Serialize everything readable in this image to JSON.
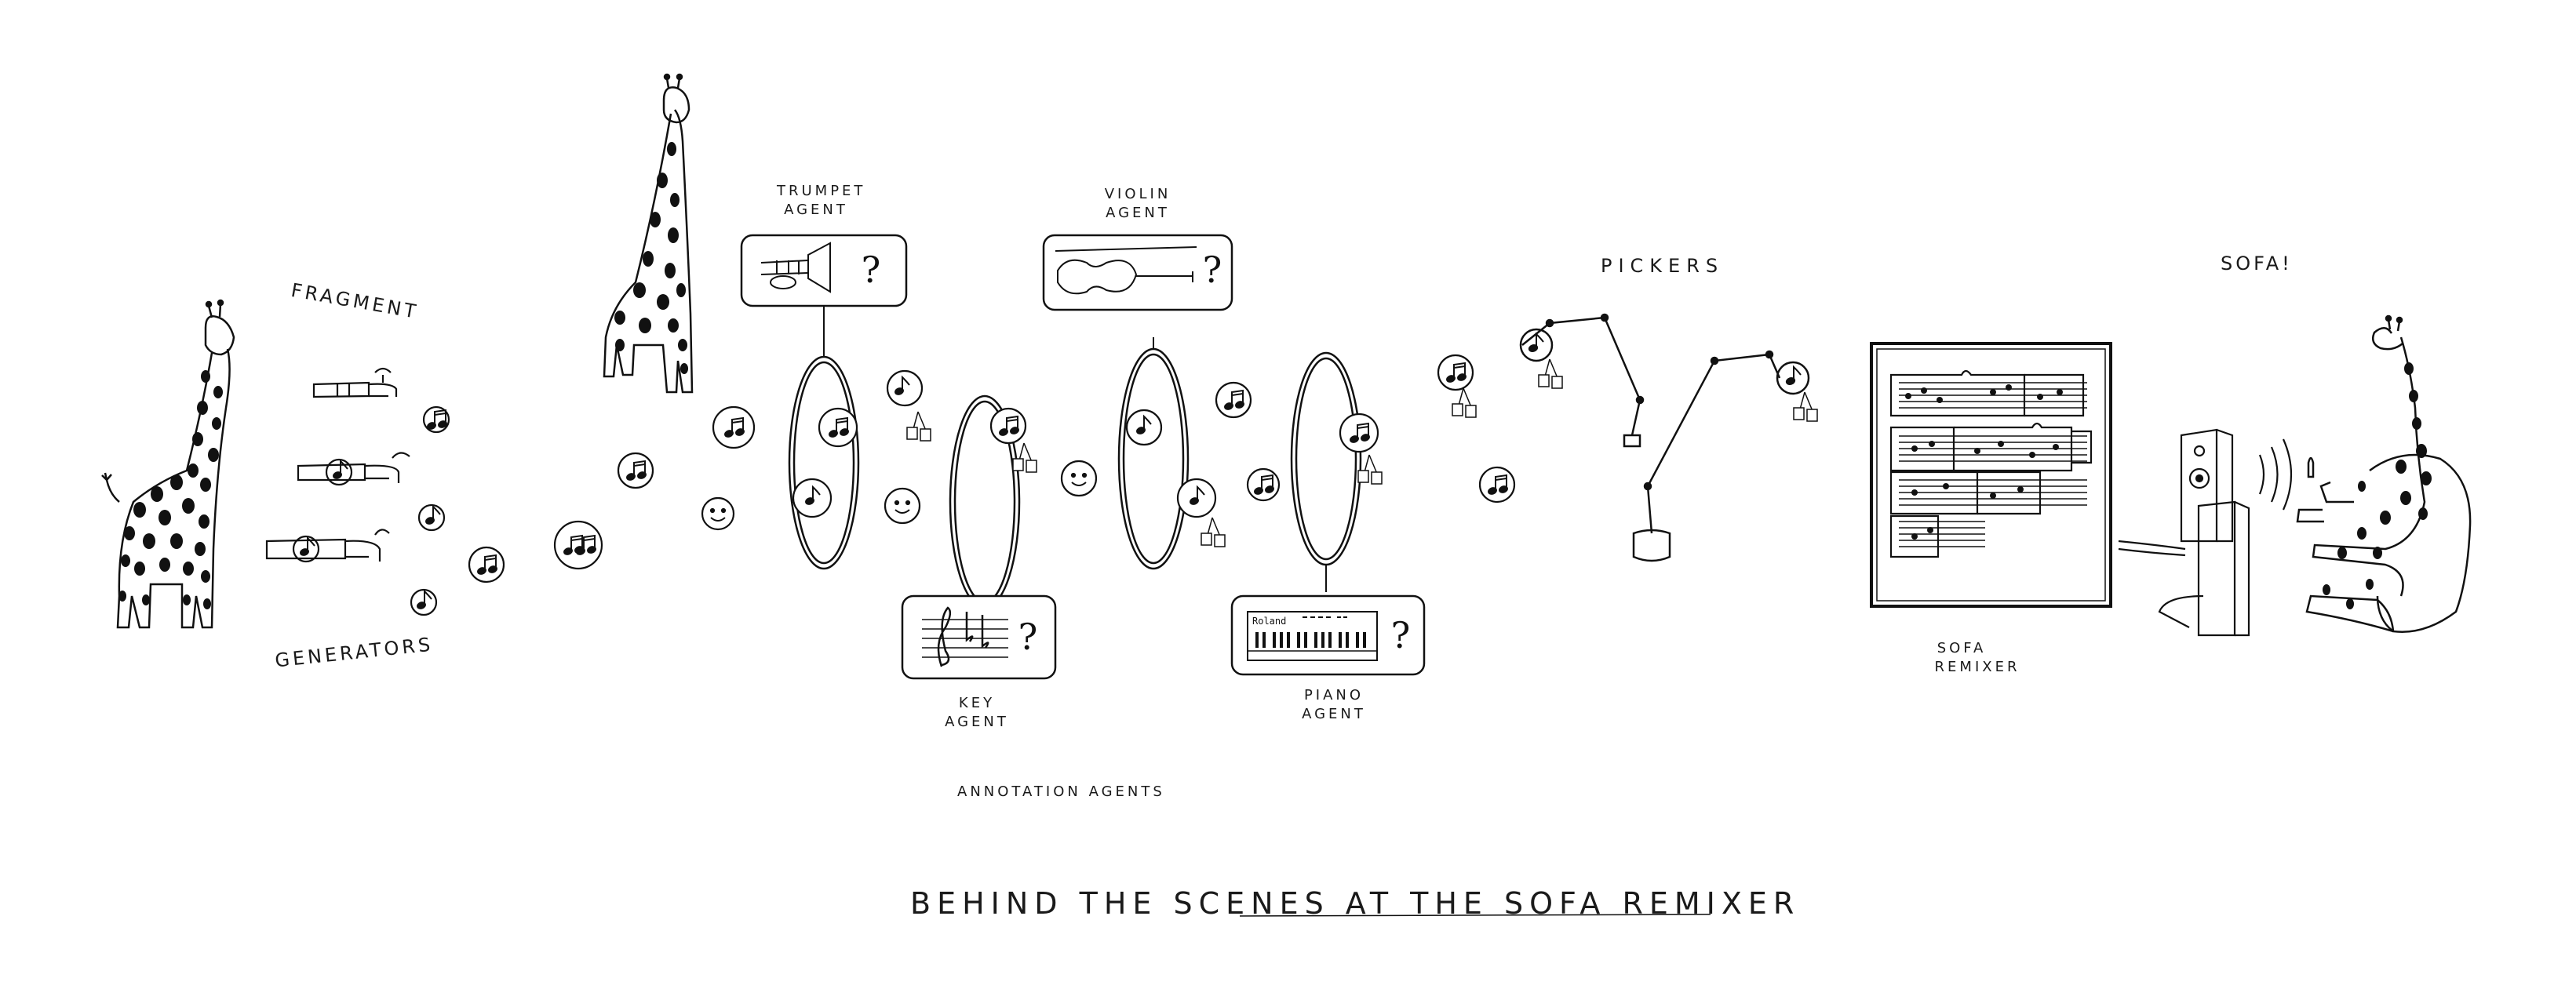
{
  "title": "BEHIND THE SCENES AT THE SOFA REMIXER",
  "labels": {
    "fragment": "FRAGMENT",
    "generators": "GENERATORS",
    "trumpet_agent": [
      "TRUMPET",
      "AGENT"
    ],
    "violin_agent": [
      "VIOLIN",
      "AGENT"
    ],
    "key_agent": [
      "KEY",
      "AGENT"
    ],
    "piano_agent": [
      "PIANO",
      "AGENT"
    ],
    "annotation_agents": "ANNOTATION AGENTS",
    "pickers": "PICKERS",
    "sofa_remixer": [
      "SOFA",
      "REMIXER"
    ],
    "sofa": "SOFA!"
  },
  "question_mark": "?",
  "keyboard_brand": "Roland",
  "colors": {
    "ink": "#111111",
    "background": "#ffffff",
    "spot": "#111111"
  }
}
